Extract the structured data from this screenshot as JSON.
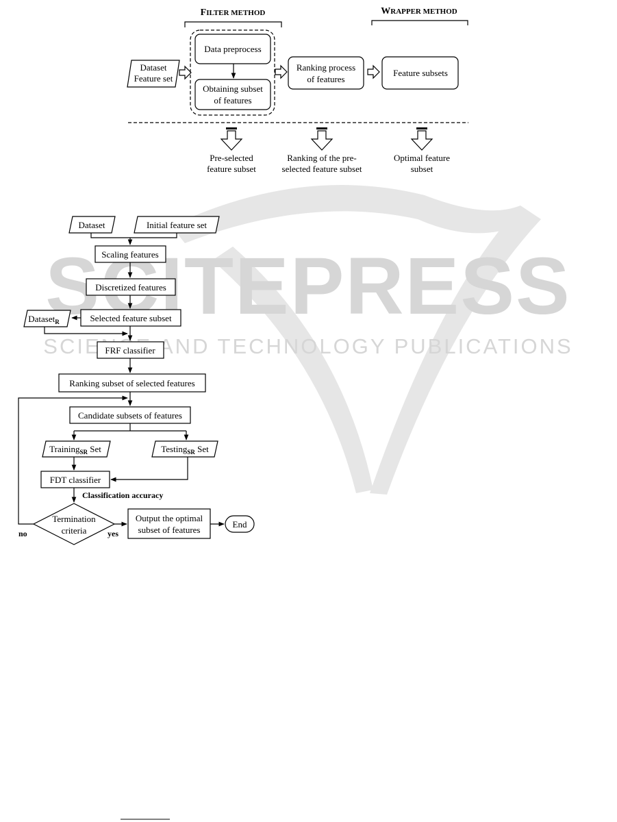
{
  "watermark": {
    "main": "SCITEPRESS",
    "sub": "SCIENCE AND TECHNOLOGY PUBLICATIONS"
  },
  "top_diagram": {
    "filter_heading": {
      "first": "F",
      "rest": "ILTER METHOD"
    },
    "wrapper_heading": {
      "first": "W",
      "rest": "RAPPER METHOD"
    },
    "input": {
      "line1": "Dataset",
      "line2": "Feature set"
    },
    "data_preprocess": "Data preprocess",
    "obtaining_subset": {
      "line1": "Obtaining subset",
      "line2": "of features"
    },
    "ranking_process": {
      "line1": "Ranking process",
      "line2": "of features"
    },
    "feature_subsets": "Feature subsets",
    "outputs": [
      {
        "line1": "Pre-selected",
        "line2": "feature subset"
      },
      {
        "line1": "Ranking of the pre-",
        "line2": "selected feature subset"
      },
      {
        "line1": "Optimal feature",
        "line2": "subset"
      }
    ]
  },
  "flowchart": {
    "dataset": "Dataset",
    "initial_feature_set": "Initial feature set",
    "scaling": "Scaling features",
    "discretized": "Discretized features",
    "selected_subset": "Selected feature subset",
    "dataset_r": {
      "base": "Dataset",
      "sub": "R"
    },
    "frf": "FRF classifier",
    "ranking_subset": "Ranking subset of selected features",
    "candidate": "Candidate subsets of features",
    "training": {
      "base": "Training",
      "sub": "SR",
      "suffix": " Set"
    },
    "testing": {
      "base": "Testing",
      "sub": "SR",
      "suffix": " Set"
    },
    "fdt": "FDT classifier",
    "accuracy": "Classification accuracy",
    "termination": {
      "line1": "Termination",
      "line2": "criteria"
    },
    "no": "no",
    "yes": "yes",
    "output": {
      "line1": "Output the optimal",
      "line2": "subset of features"
    },
    "end": "End"
  }
}
